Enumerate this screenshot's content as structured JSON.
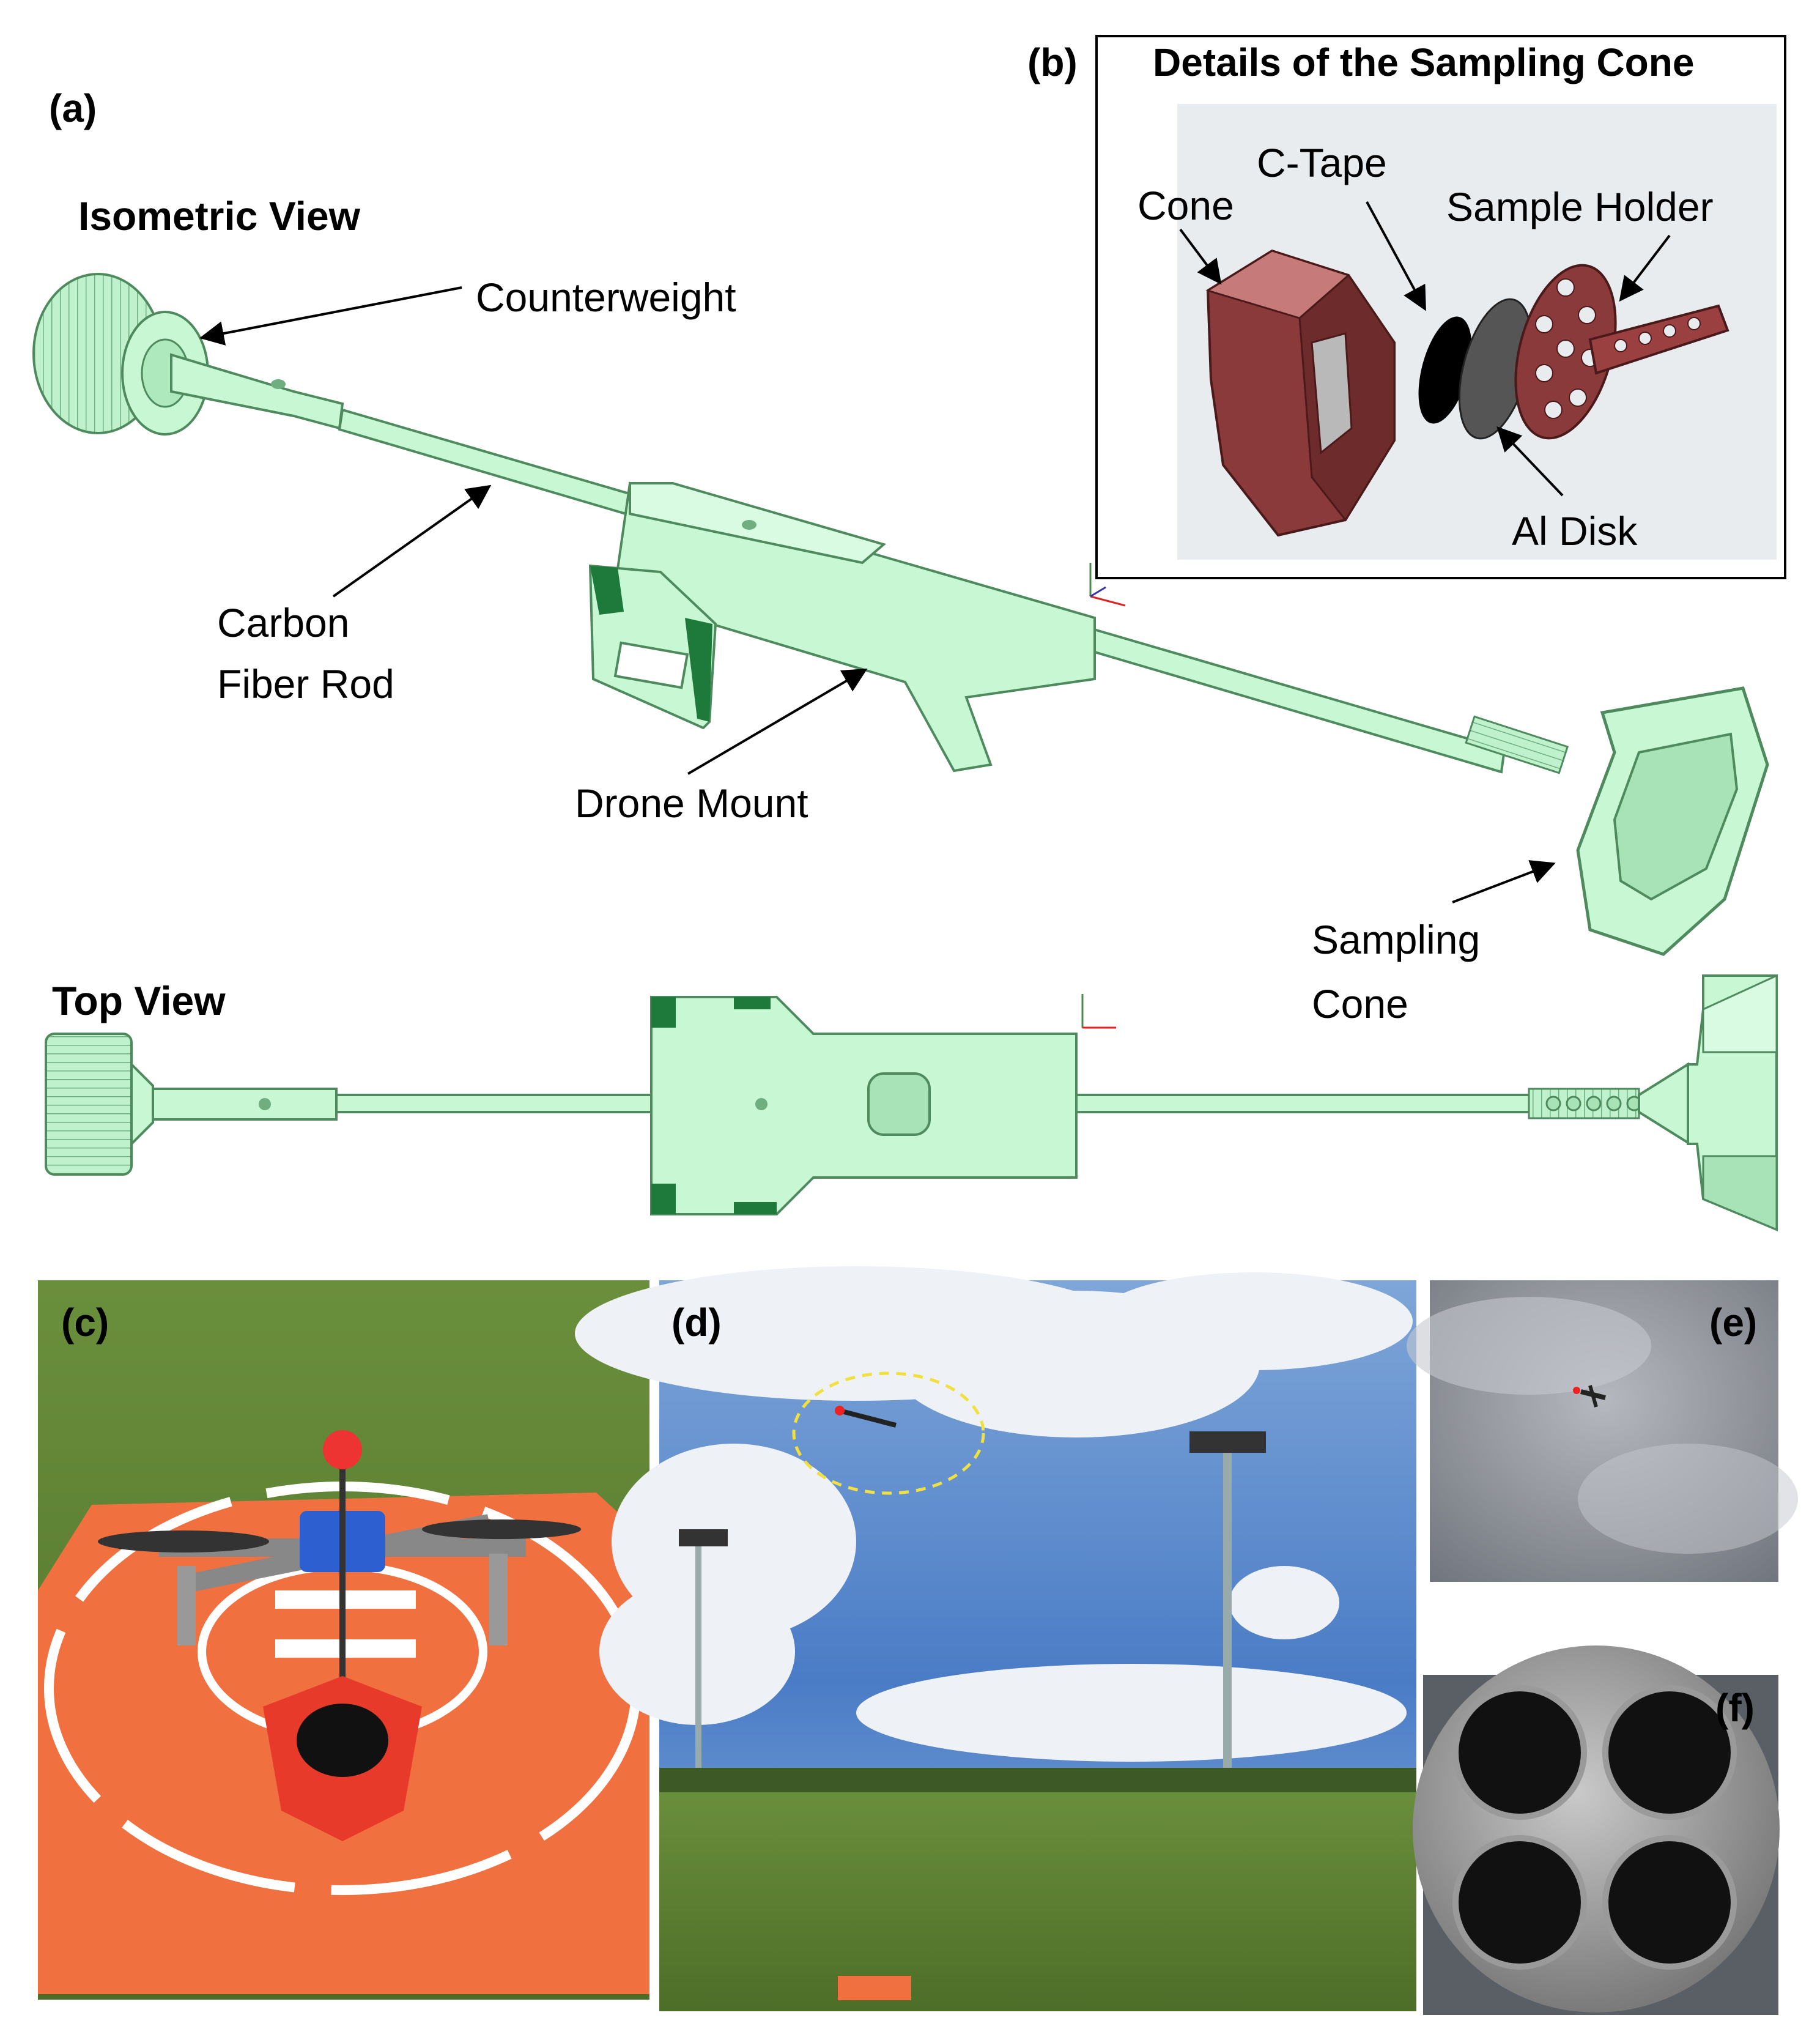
{
  "panels": {
    "a": {
      "label": "(a)",
      "isometric_title": "Isometric View",
      "top_title": "Top View",
      "callouts": {
        "counterweight": "Counterweight",
        "carbon_line1": "Carbon",
        "carbon_line2": "Fiber Rod",
        "drone_mount": "Drone Mount",
        "sampling_line1": "Sampling",
        "sampling_line2": "Cone"
      }
    },
    "b": {
      "label": "(b)",
      "title": "Details of the Sampling Cone",
      "callouts": {
        "cone": "Cone",
        "ctape": "C-Tape",
        "sample_holder": "Sample Holder",
        "al_disk": "Al Disk"
      }
    },
    "c": {
      "label": "(c)"
    },
    "d": {
      "label": "(d)"
    },
    "e": {
      "label": "(e)"
    },
    "f": {
      "label": "(f)"
    }
  },
  "colors": {
    "part_green": "#b8f0c8",
    "part_edge": "#4f8a5f",
    "part_dark": "#1e7a3a",
    "cone_red": "#8a3a3a",
    "grass": "#4f7a2e",
    "pad_orange": "#f07040",
    "sky_blue": "#3f73c0",
    "cloud": "#e9edf3",
    "overcast": "#8f939b"
  },
  "icons": [
    "arrow",
    "axis-triad-icon",
    "drone-icon"
  ]
}
